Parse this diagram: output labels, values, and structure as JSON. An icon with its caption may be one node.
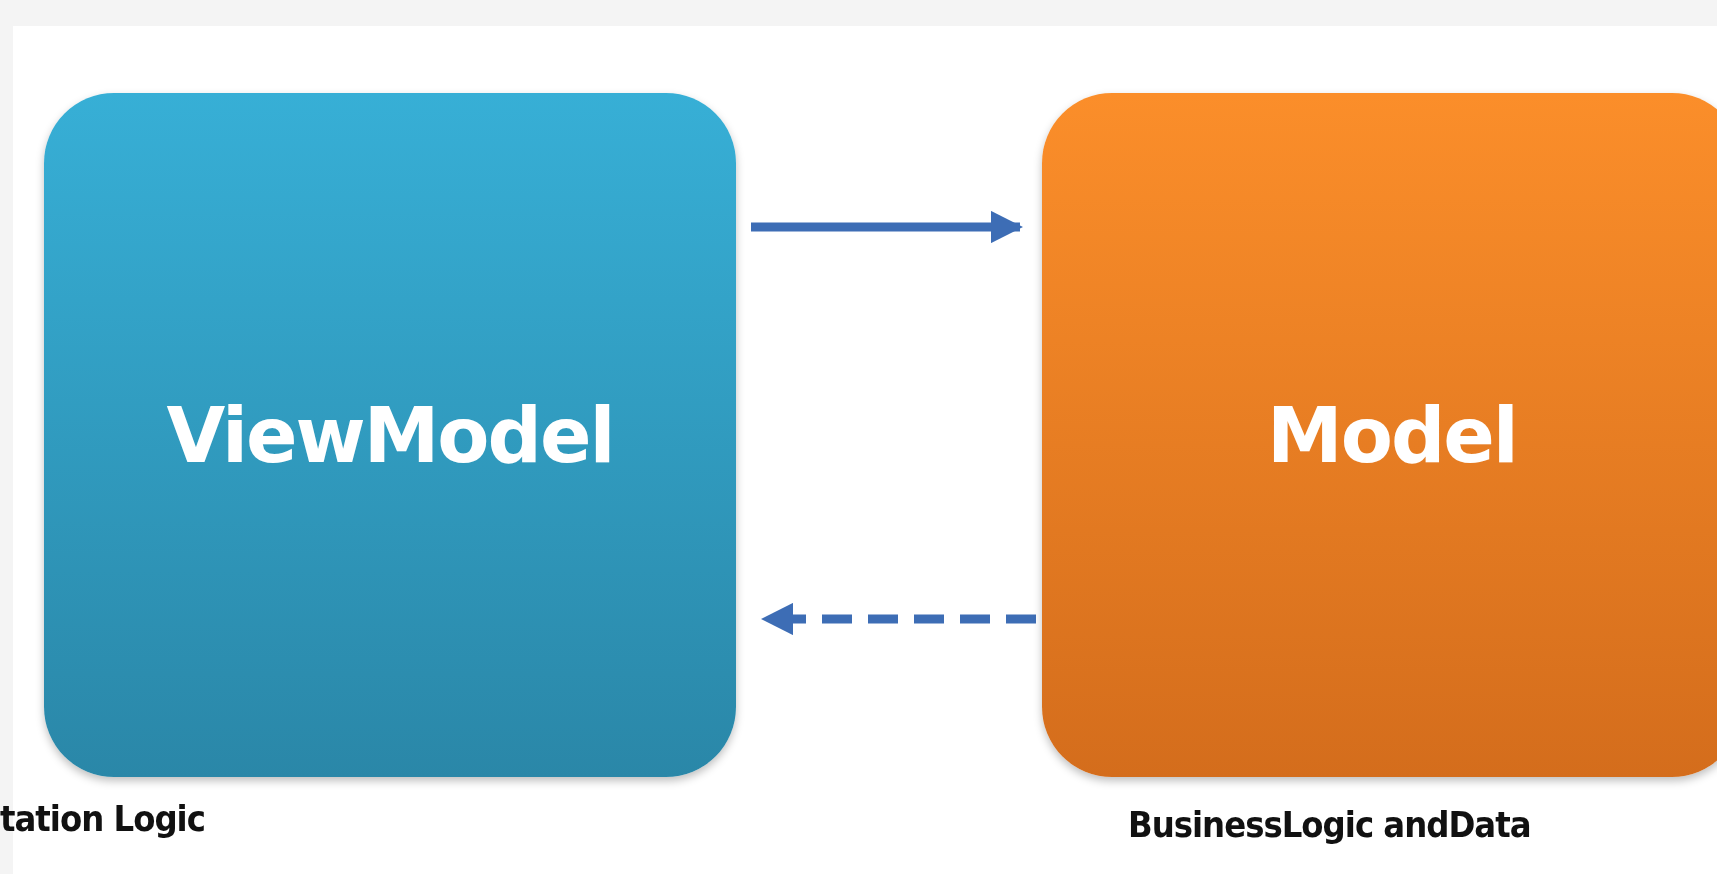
{
  "diagram": {
    "nodes": [
      {
        "text": [
          "ViewModel"
        ],
        "beside": [
          "tation Logic"
        ]
      },
      {
        "text": [
          "Model"
        ],
        "beside": [
          "BusinessLogic andData"
        ]
      }
    ],
    "edges": [
      {
        "from": 0,
        "to": 1,
        "arrow": "to"
      },
      {
        "from": 1,
        "to": 0,
        "arrow": "to",
        "style": "dashed"
      }
    ]
  }
}
